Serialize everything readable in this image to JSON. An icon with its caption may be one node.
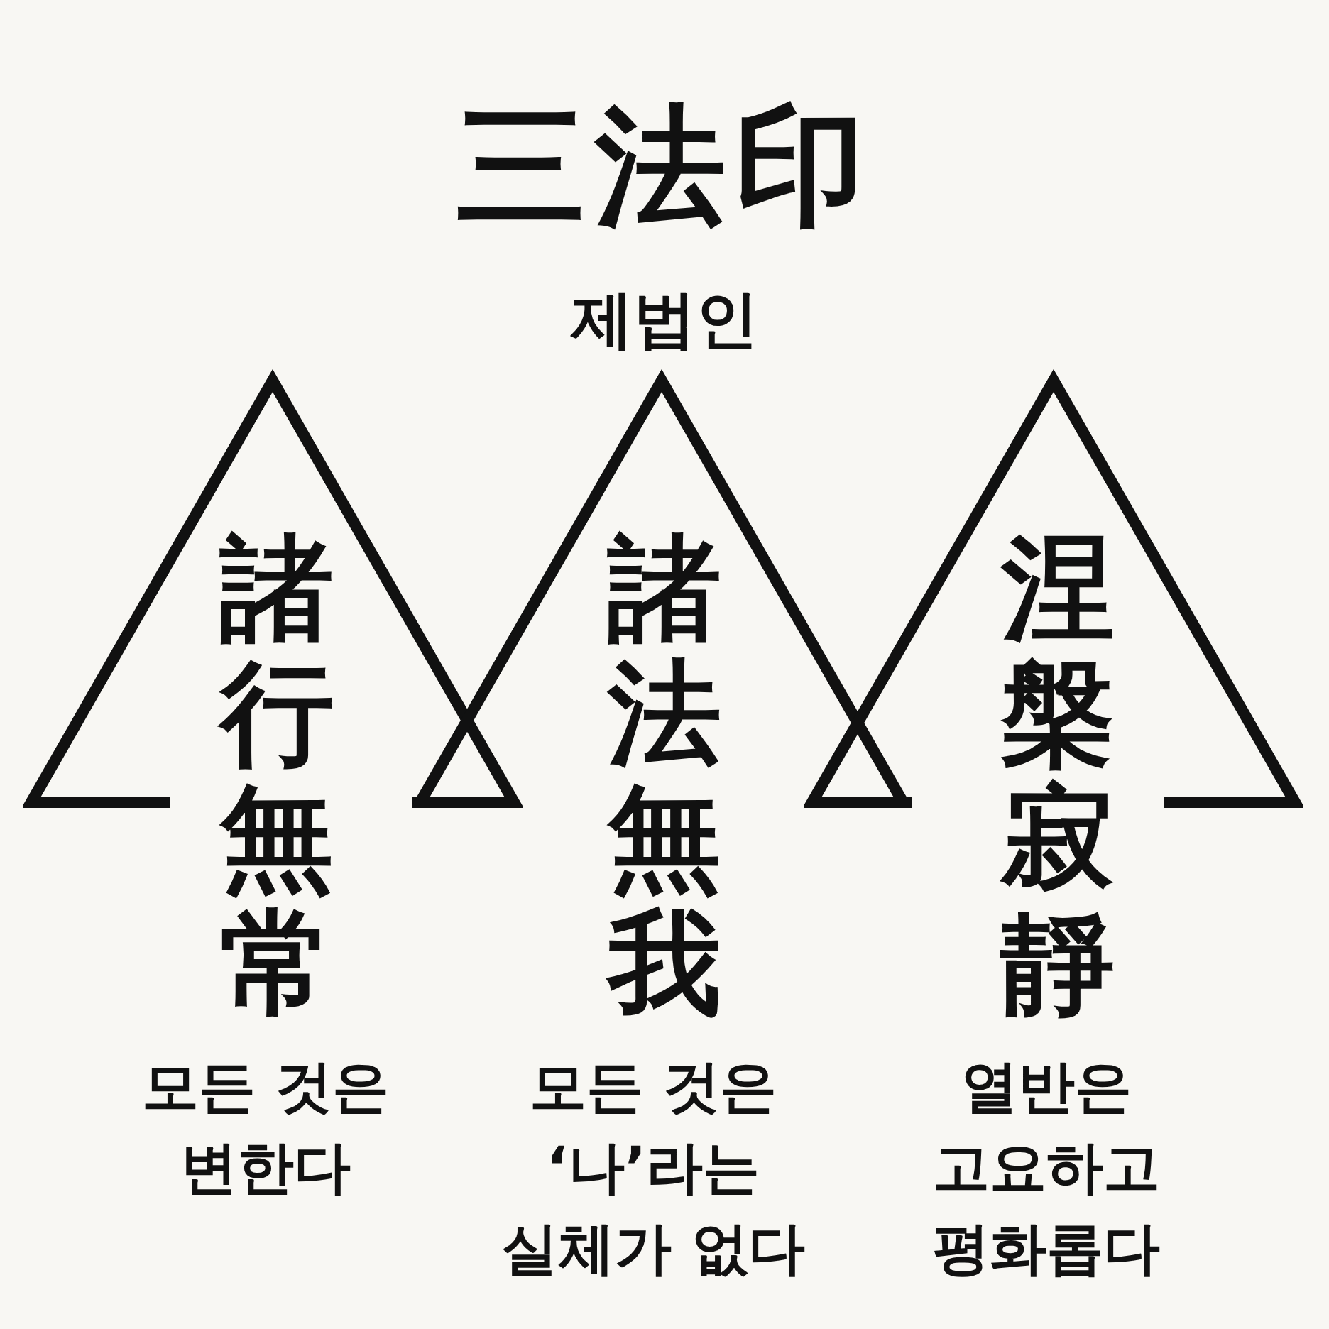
{
  "diagram": {
    "title": "三法印",
    "nodes": [
      {
        "text": [
          "諸行無常"
        ],
        "beside": [
          "모든 것은 변한다"
        ]
      },
      {
        "text": [
          "諸法無我"
        ],
        "beside": [
          "모든 것은 ‘나’라는 실체가 없다"
        ]
      },
      {
        "text": [
          "涅槃寂靜"
        ],
        "beside": [
          "열반은 고요하고 평화롭다"
        ]
      }
    ],
    "labels": [
      "제법인"
    ]
  }
}
